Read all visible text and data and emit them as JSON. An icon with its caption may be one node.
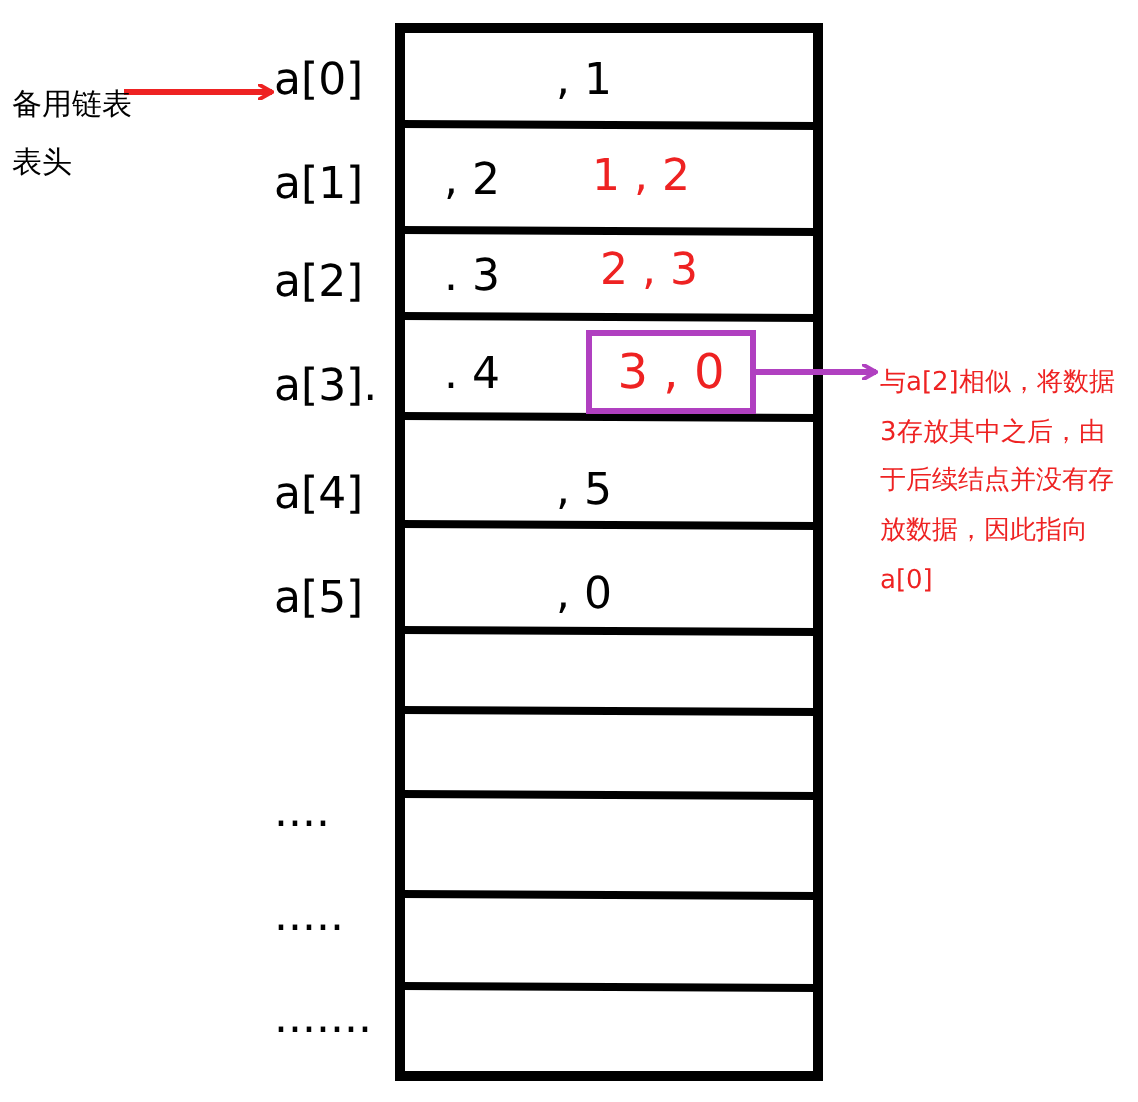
{
  "diagram": {
    "nodes": [
      {
        "text": [
          "备用链表表头"
        ]
      },
      {
        "text": [
          "a[0]"
        ]
      },
      {
        "text": [
          "3 , 0"
        ]
      },
      {
        "text": [
          "与a[2]相似，将数据3存放其中之后，由于后续结点并没有存放数据，因此指向a[0]"
        ]
      }
    ],
    "edges": [
      {
        "from": 0,
        "to": 1,
        "arrow": "to",
        "color": "#ee2222"
      },
      {
        "from": 2,
        "to": 3,
        "arrow": "to",
        "color": "#b040c0"
      }
    ],
    "labels": [
      ", 1",
      "a[1]",
      ", 2",
      "1 , 2",
      "a[2]",
      ". 3",
      "2 , 3",
      "a[3].",
      ". 4",
      "a[4]",
      ", 5",
      "a[5]",
      ", 0",
      "....",
      ".....",
      "......."
    ]
  }
}
